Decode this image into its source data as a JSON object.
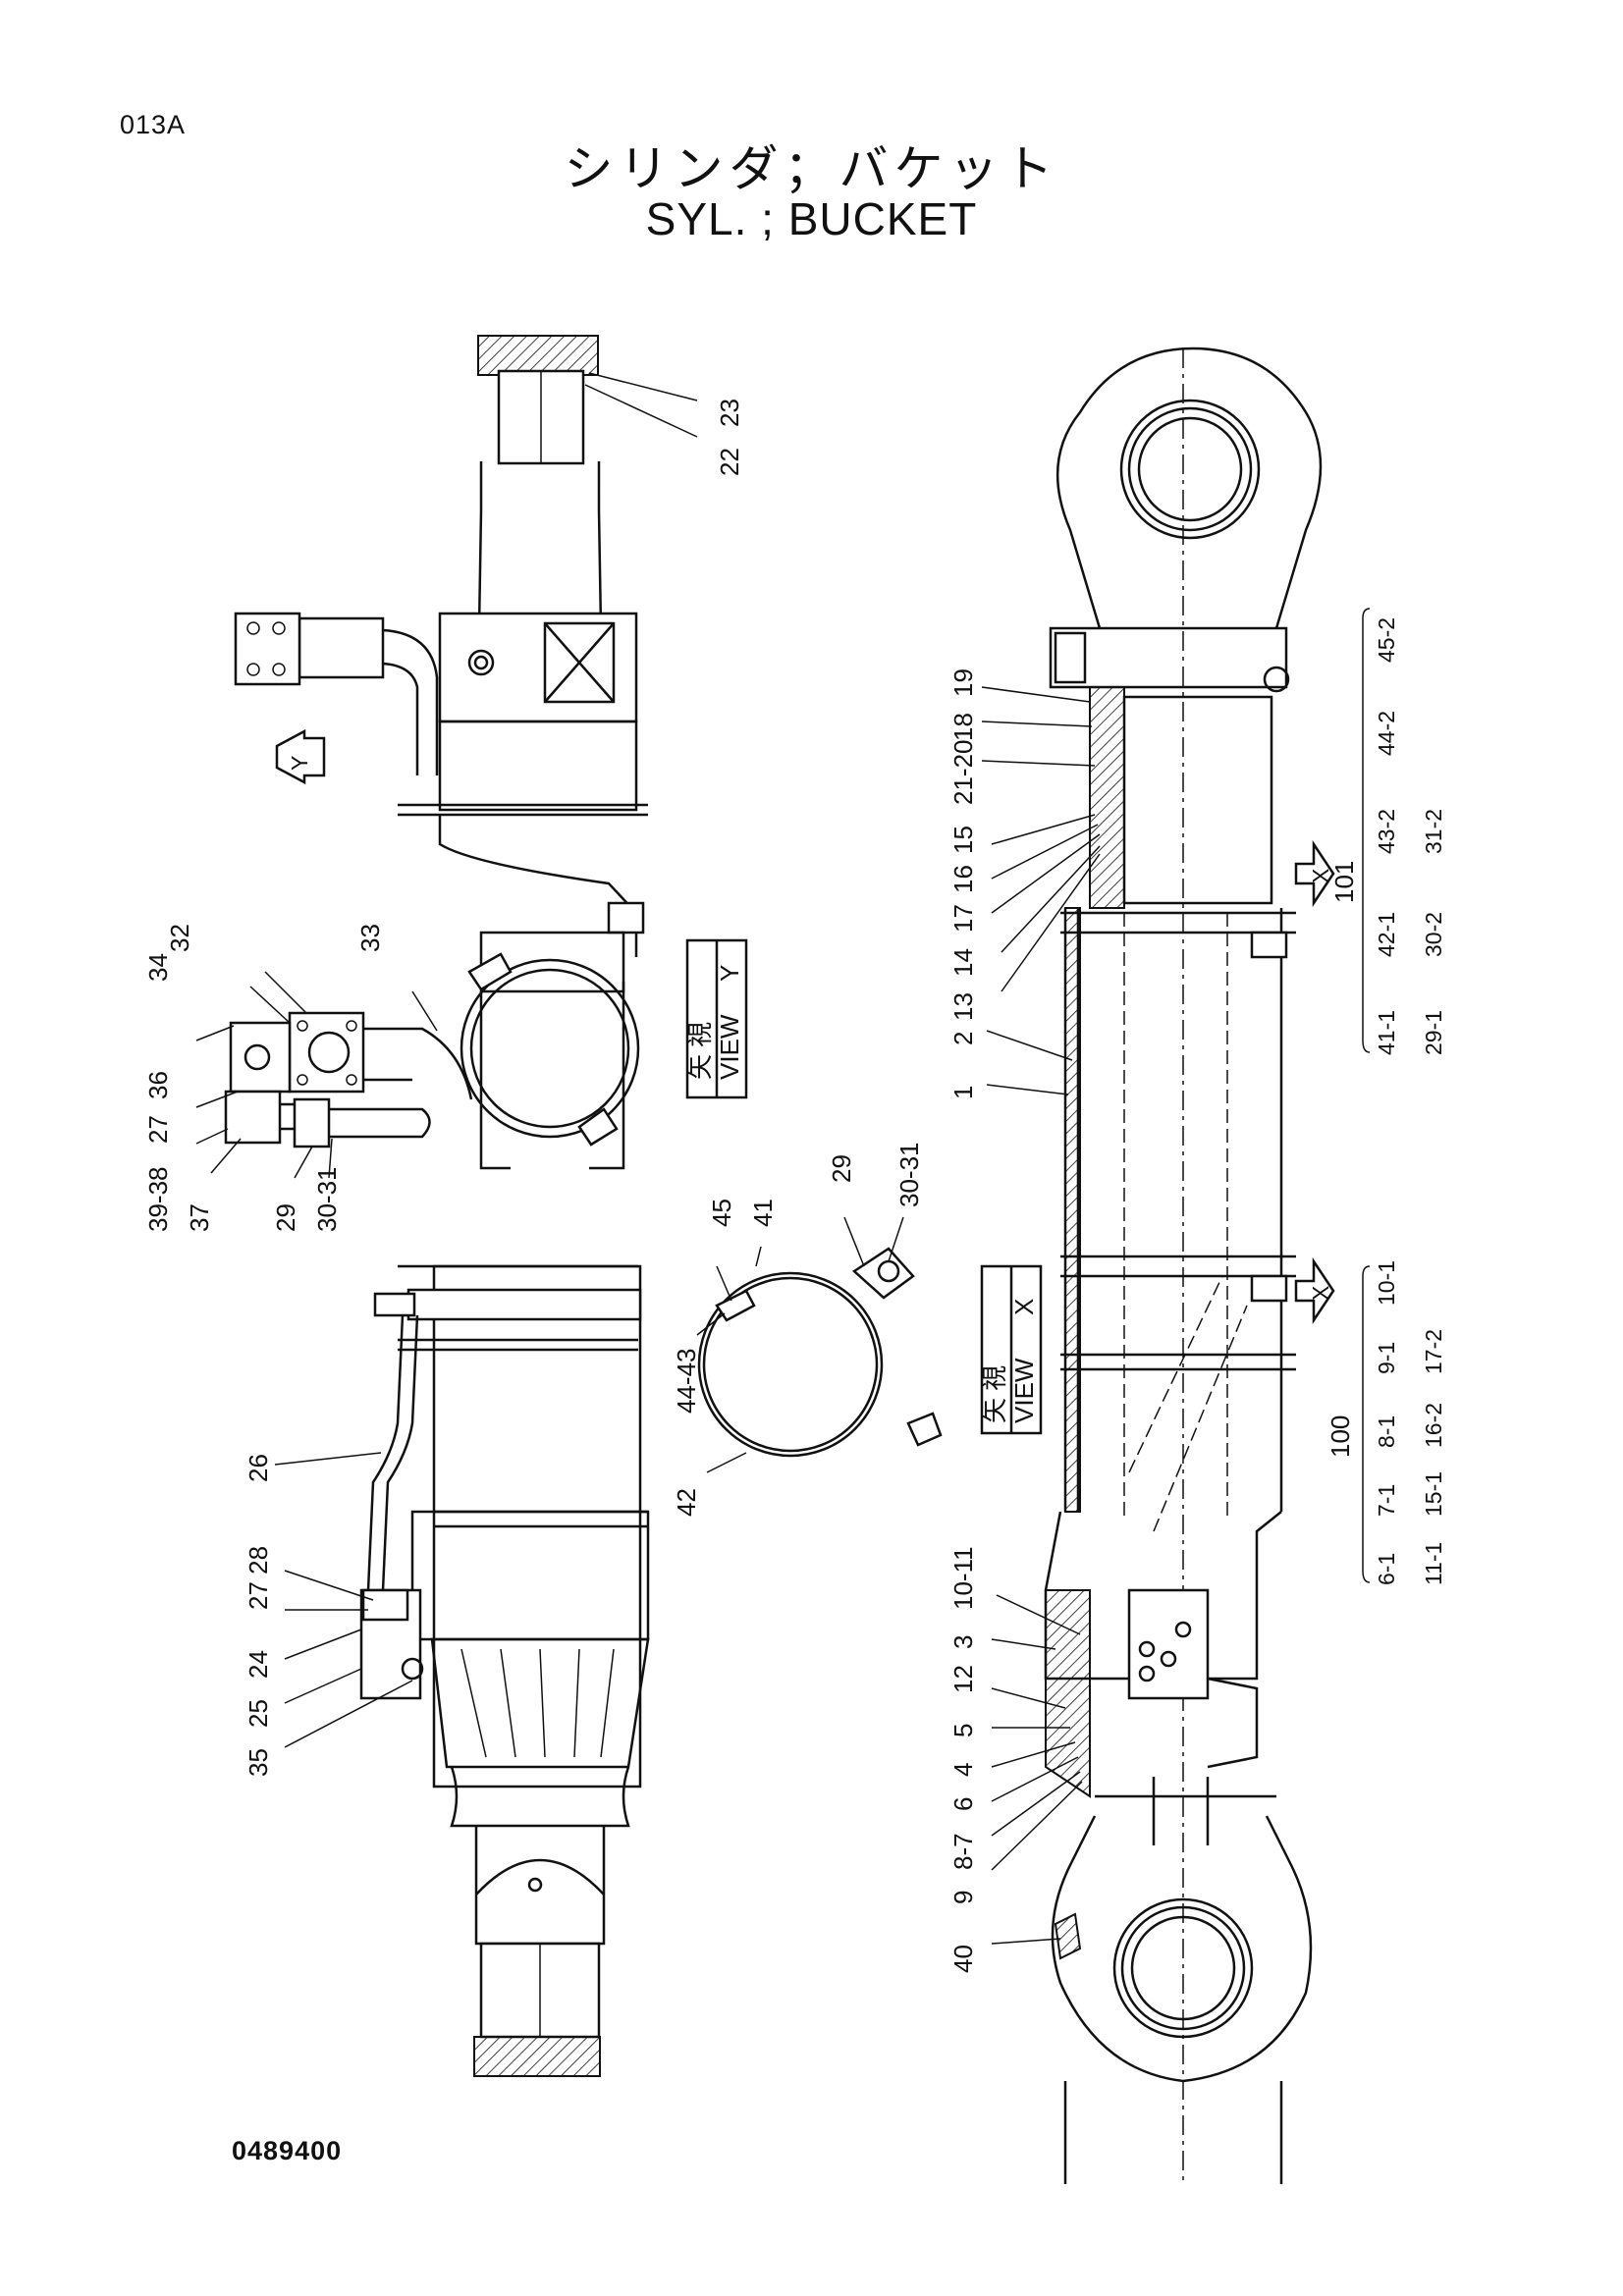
{
  "header": {
    "page_code": "013A",
    "title_jp": "シリンダ；バケット",
    "title_en": "SYL. ; BUCKET"
  },
  "footer": {
    "drawing_number": "0489400"
  },
  "views": {
    "view_y": {
      "kanji": "矢 視",
      "word": "VIEW",
      "letter": "Y"
    },
    "view_x": {
      "kanji": "矢 視",
      "word": "VIEW",
      "letter": "X"
    },
    "arrow_y": "Y",
    "arrow_x_upper": "X",
    "arrow_x_lower": "X"
  },
  "callouts": {
    "c23": "23",
    "c22": "22",
    "c33": "33",
    "c32": "32",
    "c34": "34",
    "c36": "36",
    "c27a": "27",
    "c39_38": "39-38",
    "c37": "37",
    "c29a": "29",
    "c30_31a": "30-31",
    "c26": "26",
    "c27_28": "27 28",
    "c24": "24",
    "c25": "25",
    "c35": "35",
    "c45": "45",
    "c41": "41",
    "c29b": "29",
    "c30_31b": "30-31",
    "c44_43": "44-43",
    "c42": "42",
    "c19": "19",
    "c18": "18",
    "c21_20": "21-20",
    "c15": "15",
    "c16": "16",
    "c17": "17",
    "c14": "14",
    "c13": "13",
    "c2": "2",
    "c1": "1",
    "c10_11": "10-11",
    "c3": "3",
    "c12": "12",
    "c5": "5",
    "c4": "4",
    "c6": "6",
    "c8_7": "8-7",
    "c9": "9",
    "c40": "40"
  },
  "kits": {
    "k101": {
      "number": "101",
      "row1": [
        "41-1",
        "42-1",
        "43-2",
        "44-2",
        "45-2"
      ],
      "row2": [
        "29-1",
        "30-2",
        "31-2"
      ]
    },
    "k100": {
      "number": "100",
      "row1": [
        "6-1",
        "7-1",
        "8-1",
        "9-1",
        "10-1"
      ],
      "row2": [
        "11-1",
        "15-1",
        "16-2",
        "17-2"
      ]
    }
  }
}
